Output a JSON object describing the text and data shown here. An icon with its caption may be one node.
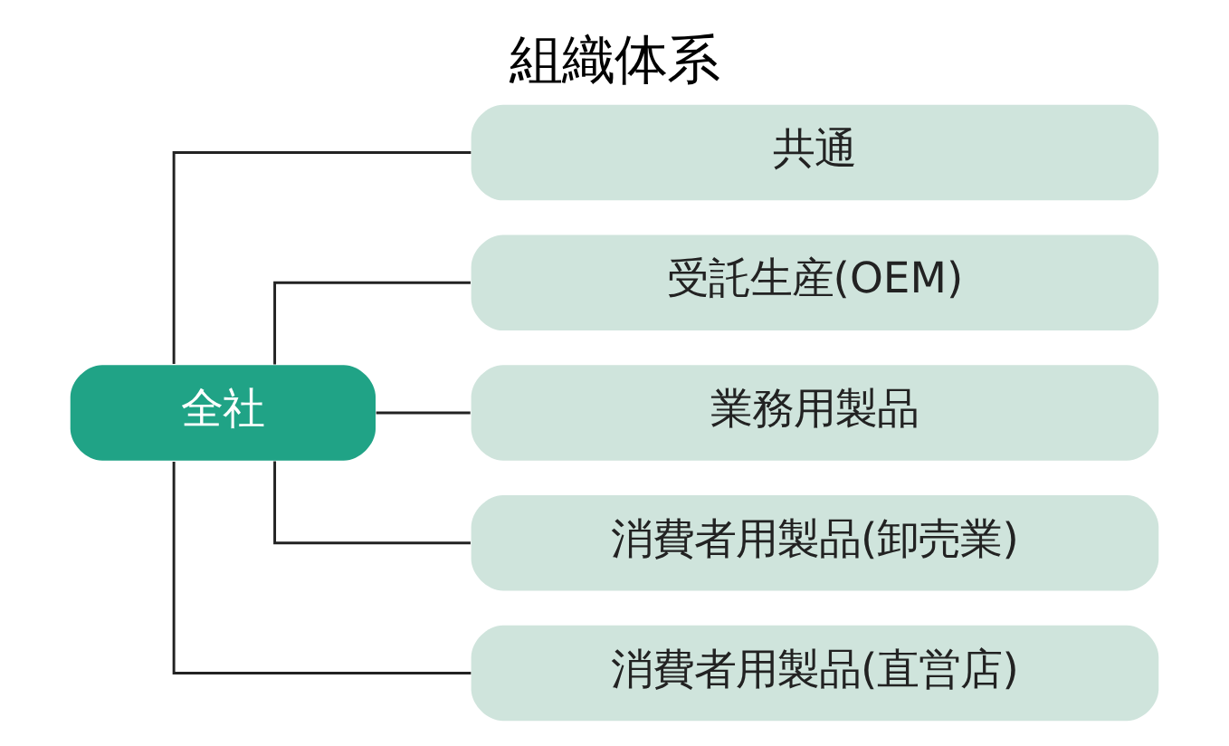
{
  "diagram": {
    "title": "組織体系",
    "nodes": [
      {
        "text": [
          "全社"
        ]
      },
      {
        "text": [
          "共通"
        ]
      },
      {
        "text": [
          "受託生産(OEM)"
        ]
      },
      {
        "text": [
          "業務用製品"
        ]
      },
      {
        "text": [
          "消費者用製品(卸売業)"
        ]
      },
      {
        "text": [
          "消費者用製品(直営店)"
        ]
      }
    ],
    "edges": [
      {
        "from": 0,
        "to": 1,
        "arrow": "none"
      },
      {
        "from": 0,
        "to": 2,
        "arrow": "none"
      },
      {
        "from": 0,
        "to": 3,
        "arrow": "none"
      },
      {
        "from": 0,
        "to": 4,
        "arrow": "none"
      },
      {
        "from": 0,
        "to": 5,
        "arrow": "none"
      }
    ]
  }
}
